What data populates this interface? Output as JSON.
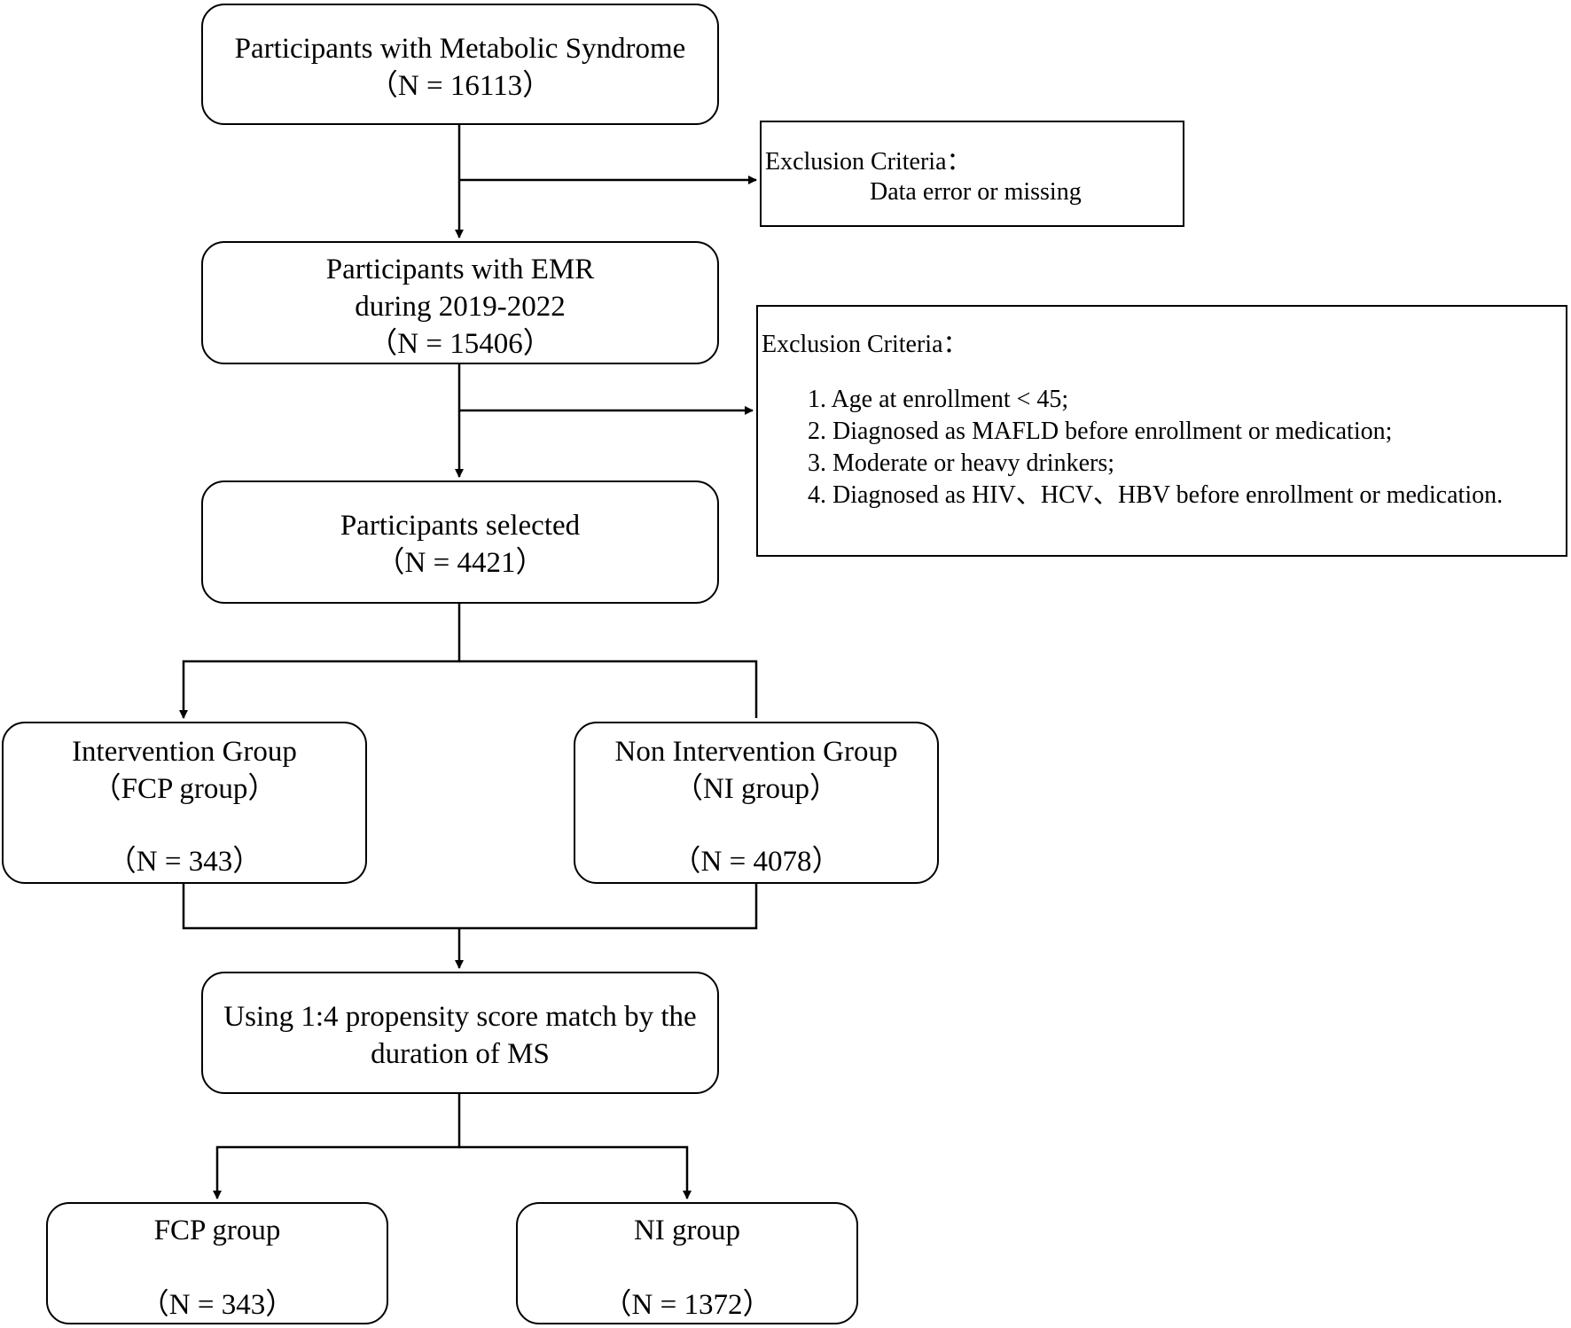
{
  "boxes": {
    "metabolic": {
      "line1": "Participants with Metabolic Syndrome",
      "line2": "（N = 16113）"
    },
    "emr": {
      "line1": "Participants with EMR",
      "line2": "during 2019-2022",
      "line3": "（N = 15406）"
    },
    "selected": {
      "line1": "Participants selected",
      "line2": "（N = 4421）"
    },
    "intervention": {
      "line1": "Intervention Group",
      "line2": "（FCP group）",
      "count": "（N = 343）"
    },
    "non_intervention": {
      "line1": "Non Intervention Group",
      "line2": "（NI group）",
      "count": "（N = 4078）"
    },
    "psm": {
      "line1": "Using 1:4 propensity score match by the",
      "line2": "duration of MS"
    },
    "fcp_final": {
      "line1": "FCP group",
      "count": "（N = 343）"
    },
    "ni_final": {
      "line1": "NI group",
      "count": "（N = 1372）"
    }
  },
  "exclusion1": {
    "title": "Exclusion Criteria：",
    "text": "Data error or missing"
  },
  "exclusion2": {
    "title": "Exclusion Criteria：",
    "items": [
      "1.  Age at enrollment < 45;",
      "2.  Diagnosed as MAFLD before enrollment or medication;",
      "3.  Moderate or heavy drinkers;",
      "4.  Diagnosed as HIV、HCV、HBV before enrollment or medication."
    ]
  }
}
